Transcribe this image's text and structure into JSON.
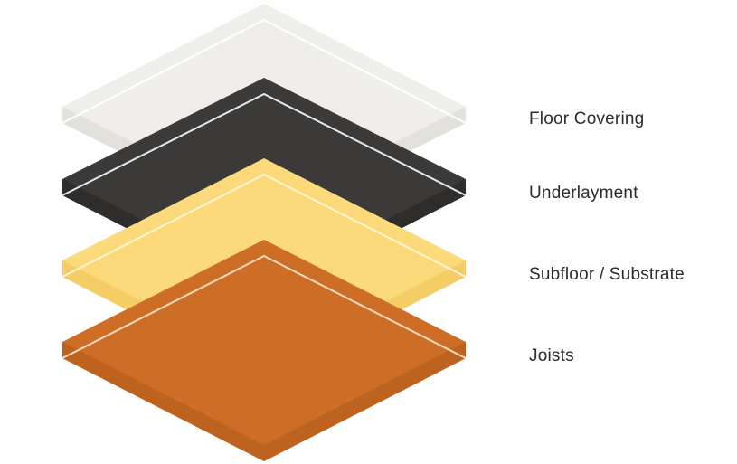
{
  "layers": [
    {
      "label": "Floor Covering",
      "top_color": "#efeeea",
      "side_color": "#e3e1dc",
      "edge_color": "#ffffff"
    },
    {
      "label": "Underlayment",
      "top_color": "#3b3a39",
      "side_color": "#2e2d2c",
      "edge_color": "#e8e8e8"
    },
    {
      "label": "Subfloor / Substrate",
      "top_color": "#fcd97a",
      "side_color": "#f5cd66",
      "edge_color": "#fff4d6"
    },
    {
      "label": "Joists",
      "top_color": "#cd6d26",
      "side_color": "#be6220",
      "edge_color": "#f6dcc4"
    }
  ]
}
